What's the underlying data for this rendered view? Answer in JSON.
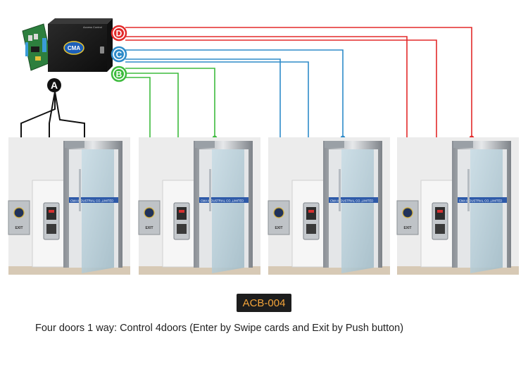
{
  "controller": {
    "logo_text": "CMA",
    "brand_label": "Access Control",
    "label_a": "A"
  },
  "buses": [
    {
      "label": "D",
      "color": "#e32a2a"
    },
    {
      "label": "C",
      "color": "#2e8bc9"
    },
    {
      "label": "B",
      "color": "#3dbb3d"
    }
  ],
  "doors": [
    {
      "exit_label": "EXIT",
      "strip_text": "CMA INDUSTRIAL CO.,LIMITED"
    },
    {
      "exit_label": "EXIT",
      "strip_text": "CMA INDUSTRIAL CO.,LIMITED"
    },
    {
      "exit_label": "EXIT",
      "strip_text": "CMA INDUSTRIAL CO.,LIMITED"
    },
    {
      "exit_label": "EXIT",
      "strip_text": "CMA INDUSTRIAL CO.,LIMITED"
    }
  ],
  "model_badge": "ACB-004",
  "caption": "Four doors 1 way: Control 4doors (Enter by Swipe cards and Exit by Push button)"
}
